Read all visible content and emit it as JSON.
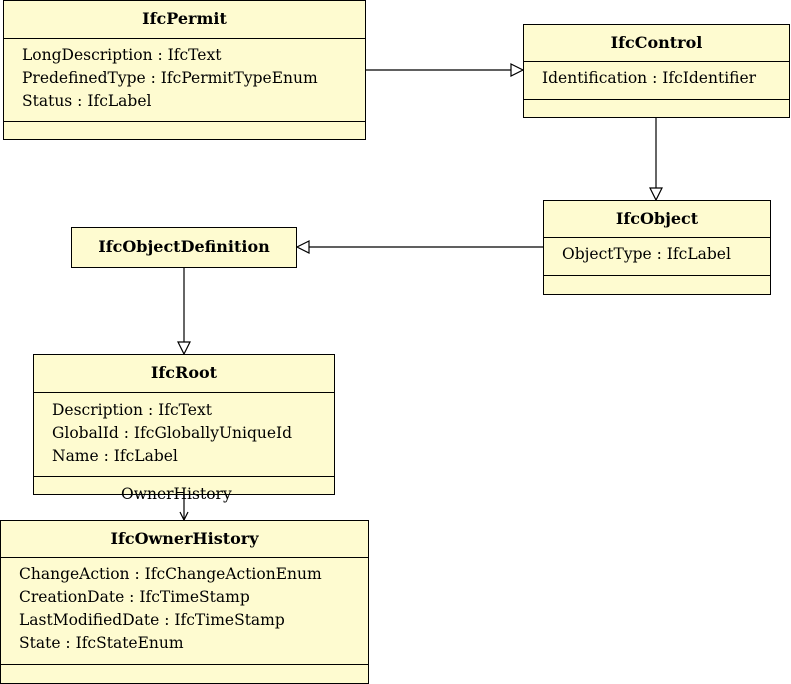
{
  "classes": {
    "permit": {
      "name": "IfcPermit",
      "attributes": [
        "LongDescription : IfcText",
        "PredefinedType : IfcPermitTypeEnum",
        "Status : IfcLabel"
      ]
    },
    "control": {
      "name": "IfcControl",
      "attributes": [
        "Identification : IfcIdentifier"
      ]
    },
    "object": {
      "name": "IfcObject",
      "attributes": [
        "ObjectType : IfcLabel"
      ]
    },
    "object_definition": {
      "name": "IfcObjectDefinition"
    },
    "root": {
      "name": "IfcRoot",
      "attributes": [
        "Description : IfcText",
        "GlobalId : IfcGloballyUniqueId",
        "Name : IfcLabel"
      ]
    },
    "owner_history": {
      "name": "IfcOwnerHistory",
      "attributes": [
        "ChangeAction : IfcChangeActionEnum",
        "CreationDate : IfcTimeStamp",
        "LastModifiedDate : IfcTimeStamp",
        "State : IfcStateEnum"
      ]
    }
  },
  "associations": {
    "owner_history_role": "OwnerHistory"
  },
  "colors": {
    "class_fill": "#fefbd0",
    "stroke": "#000000"
  }
}
